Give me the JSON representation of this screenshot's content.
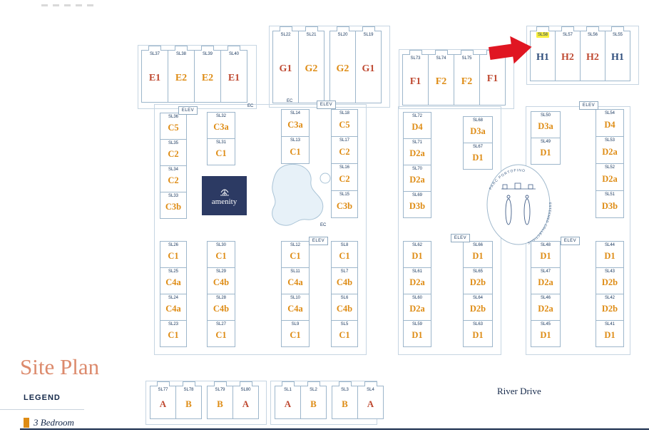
{
  "title": "Site Plan",
  "legend": {
    "heading": "LEGEND",
    "items": [
      {
        "label": "3 Bedroom",
        "swatch": "#de8c15"
      }
    ]
  },
  "street": "River Drive",
  "labels": {
    "elev": "ELEV",
    "ec": "EC"
  },
  "amenity_label": "amenity",
  "roundabout": {
    "top_text": "PARC PORTOFINO",
    "side_text": "ESTEEMED COLLECTIONS"
  },
  "colors": {
    "orange": "#de8c15",
    "red": "#bf4a32",
    "blue": "#2e4d7b",
    "highlight": "#f8ef3e",
    "arrow": "#e01622"
  },
  "buildings": {
    "e": {
      "notch": "top",
      "cells": [
        {
          "sl": "SL37",
          "type": "E1",
          "color": "red"
        },
        {
          "sl": "SL38",
          "type": "E2",
          "color": "orange"
        },
        {
          "sl": "SL39",
          "type": "E2",
          "color": "orange"
        },
        {
          "sl": "SL40",
          "type": "E1",
          "color": "red"
        }
      ]
    },
    "g": {
      "notch": "top",
      "cells": [
        {
          "sl": "SL22",
          "type": "G1",
          "color": "red"
        },
        {
          "sl": "SL21",
          "type": "G2",
          "color": "orange"
        },
        {
          "sl": "SL20",
          "type": "G2",
          "color": "orange",
          "gap": true
        },
        {
          "sl": "SL19",
          "type": "G1",
          "color": "red"
        }
      ]
    },
    "f": {
      "notch": "top",
      "cells": [
        {
          "sl": "SL73",
          "type": "F1",
          "color": "red"
        },
        {
          "sl": "SL74",
          "type": "F2",
          "color": "orange"
        },
        {
          "sl": "SL75",
          "type": "F2",
          "color": "orange"
        },
        {
          "sl": "",
          "type": "F1",
          "color": "red"
        }
      ]
    },
    "h": {
      "notch": "top",
      "cells": [
        {
          "sl": "SL58",
          "type": "H1",
          "color": "blue",
          "highlight": true
        },
        {
          "sl": "SL57",
          "type": "H2",
          "color": "red"
        },
        {
          "sl": "SL56",
          "type": "H2",
          "color": "red"
        },
        {
          "sl": "SL55",
          "type": "H1",
          "color": "blue"
        }
      ]
    },
    "c1u": {
      "cells": [
        {
          "sl": "SL36",
          "type": "C5",
          "color": "orange"
        },
        {
          "sl": "SL35",
          "type": "C2",
          "color": "orange"
        },
        {
          "sl": "SL34",
          "type": "C2",
          "color": "orange"
        },
        {
          "sl": "SL33",
          "type": "C3b",
          "color": "orange"
        }
      ]
    },
    "c32": {
      "cells": [
        {
          "sl": "SL32",
          "type": "C3a",
          "color": "orange"
        },
        {
          "sl": "SL31",
          "type": "C1",
          "color": "orange"
        }
      ]
    },
    "c13": {
      "cells": [
        {
          "sl": "SL14",
          "type": "C3a",
          "color": "orange"
        },
        {
          "sl": "SL13",
          "type": "C1",
          "color": "orange"
        }
      ]
    },
    "c2u": {
      "cells": [
        {
          "sl": "SL18",
          "type": "C5",
          "color": "orange"
        },
        {
          "sl": "SL17",
          "type": "C2",
          "color": "orange"
        },
        {
          "sl": "SL16",
          "type": "C2",
          "color": "orange"
        },
        {
          "sl": "SL15",
          "type": "C3b",
          "color": "orange"
        }
      ]
    },
    "c1l": {
      "cells": [
        {
          "sl": "SL26",
          "type": "C1",
          "color": "orange"
        },
        {
          "sl": "SL25",
          "type": "C4a",
          "color": "orange"
        },
        {
          "sl": "SL24",
          "type": "C4a",
          "color": "orange"
        },
        {
          "sl": "SL23",
          "type": "C1",
          "color": "orange"
        }
      ]
    },
    "c2l": {
      "cells": [
        {
          "sl": "SL30",
          "type": "C1",
          "color": "orange"
        },
        {
          "sl": "SL29",
          "type": "C4b",
          "color": "orange"
        },
        {
          "sl": "SL28",
          "type": "C4b",
          "color": "orange"
        },
        {
          "sl": "SL27",
          "type": "C1",
          "color": "orange"
        }
      ]
    },
    "c3l": {
      "cells": [
        {
          "sl": "SL12",
          "type": "C1",
          "color": "orange"
        },
        {
          "sl": "SL11",
          "type": "C4a",
          "color": "orange"
        },
        {
          "sl": "SL10",
          "type": "C4a",
          "color": "orange"
        },
        {
          "sl": "SL9",
          "type": "C1",
          "color": "orange"
        }
      ]
    },
    "c4l": {
      "cells": [
        {
          "sl": "SL8",
          "type": "C1",
          "color": "orange"
        },
        {
          "sl": "SL7",
          "type": "C4b",
          "color": "orange"
        },
        {
          "sl": "SL6",
          "type": "C4b",
          "color": "orange"
        },
        {
          "sl": "SL5",
          "type": "C1",
          "color": "orange"
        }
      ]
    },
    "d1u": {
      "cells": [
        {
          "sl": "SL72",
          "type": "D4",
          "color": "orange"
        },
        {
          "sl": "SL71",
          "type": "D2a",
          "color": "orange"
        },
        {
          "sl": "SL70",
          "type": "D2a",
          "color": "orange"
        },
        {
          "sl": "SL69",
          "type": "D3b",
          "color": "orange"
        }
      ]
    },
    "d68": {
      "cells": [
        {
          "sl": "SL68",
          "type": "D3a",
          "color": "orange"
        },
        {
          "sl": "SL67",
          "type": "D1",
          "color": "orange"
        }
      ]
    },
    "d50": {
      "cells": [
        {
          "sl": "SL50",
          "type": "D3a",
          "color": "orange"
        },
        {
          "sl": "SL49",
          "type": "D1",
          "color": "orange"
        }
      ]
    },
    "d2u": {
      "cells": [
        {
          "sl": "SL54",
          "type": "D4",
          "color": "orange"
        },
        {
          "sl": "SL53",
          "type": "D2a",
          "color": "orange"
        },
        {
          "sl": "SL52",
          "type": "D2a",
          "color": "orange"
        },
        {
          "sl": "SL51",
          "type": "D3b",
          "color": "orange"
        }
      ]
    },
    "d1l": {
      "cells": [
        {
          "sl": "SL62",
          "type": "D1",
          "color": "orange"
        },
        {
          "sl": "SL61",
          "type": "D2a",
          "color": "orange"
        },
        {
          "sl": "SL60",
          "type": "D2a",
          "color": "orange"
        },
        {
          "sl": "SL59",
          "type": "D1",
          "color": "orange"
        }
      ]
    },
    "d2l": {
      "cells": [
        {
          "sl": "SL66",
          "type": "D1",
          "color": "orange"
        },
        {
          "sl": "SL65",
          "type": "D2b",
          "color": "orange"
        },
        {
          "sl": "SL64",
          "type": "D2b",
          "color": "orange"
        },
        {
          "sl": "SL63",
          "type": "D1",
          "color": "orange"
        }
      ]
    },
    "d3l": {
      "cells": [
        {
          "sl": "SL48",
          "type": "D1",
          "color": "orange"
        },
        {
          "sl": "SL47",
          "type": "D2a",
          "color": "orange"
        },
        {
          "sl": "SL46",
          "type": "D2a",
          "color": "orange"
        },
        {
          "sl": "SL45",
          "type": "D1",
          "color": "orange"
        }
      ]
    },
    "d4l": {
      "cells": [
        {
          "sl": "SL44",
          "type": "D1",
          "color": "orange"
        },
        {
          "sl": "SL43",
          "type": "D2b",
          "color": "orange"
        },
        {
          "sl": "SL42",
          "type": "D2b",
          "color": "orange"
        },
        {
          "sl": "SL41",
          "type": "D1",
          "color": "orange"
        }
      ]
    },
    "ab1": {
      "notch": "top",
      "cells": [
        {
          "sl": "SL77",
          "type": "A",
          "color": "red"
        },
        {
          "sl": "SL78",
          "type": "B",
          "color": "orange"
        },
        {
          "sl": "SL79",
          "type": "B",
          "color": "orange",
          "gap": true
        },
        {
          "sl": "SL80",
          "type": "A",
          "color": "red"
        }
      ]
    },
    "ab2": {
      "notch": "top",
      "cells": [
        {
          "sl": "SL1",
          "type": "A",
          "color": "red"
        },
        {
          "sl": "SL2",
          "type": "B",
          "color": "orange"
        },
        {
          "sl": "SL3",
          "type": "B",
          "color": "orange",
          "gap": true
        },
        {
          "sl": "SL4",
          "type": "A",
          "color": "red"
        }
      ]
    }
  }
}
